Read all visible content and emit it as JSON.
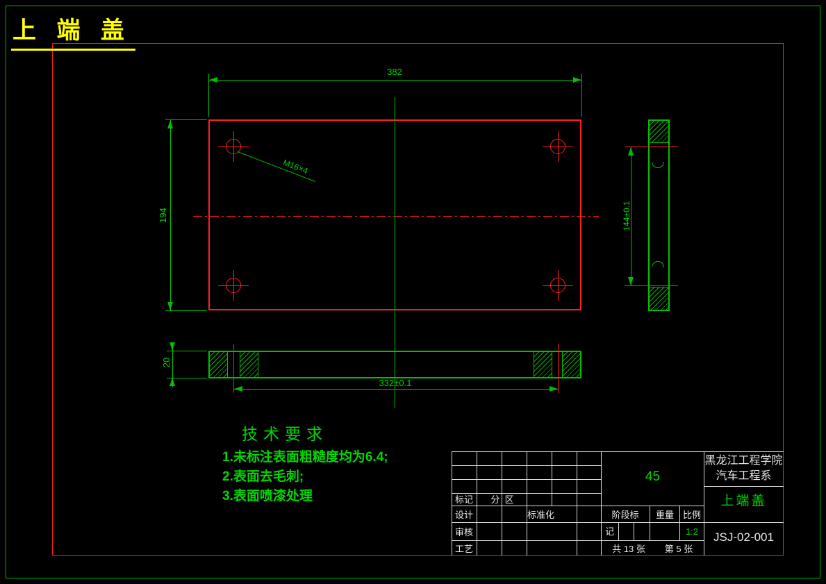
{
  "page": {
    "title": "上 端 盖"
  },
  "colors": {
    "green": "#00C000",
    "red": "#FF1F1F",
    "yellow": "#FFFF00",
    "white": "#E8E8E8",
    "background": "#000000"
  },
  "drawing": {
    "dim_width": "382",
    "dim_height": "194",
    "thread_note": "M16×4",
    "dim_side": "144±0.1",
    "dim_thickness": "20",
    "dim_hole_spacing": "332±0.1",
    "tech": {
      "heading": "技术要求",
      "items": [
        "1.未标注表面粗糙度均为6.4;",
        "2.表面去毛刺;",
        "3.表面喷漆处理"
      ]
    }
  },
  "title_block": {
    "material": "45",
    "school": "黑龙江工程学院",
    "department": "汽车工程系",
    "part_name": "上端盖",
    "drawing_number": "JSJ-02-001",
    "mark_label": "标记",
    "zone_label": "分  区",
    "design_label": "设计",
    "standard_label": "标准化",
    "review_label": "审核",
    "process_label": "工艺",
    "stage_label_line1": "阶段标",
    "stage_label_line2": "记",
    "weight_label": "重量",
    "scale_label": "比例",
    "scale_value": "1:2",
    "sheet_total": "共 13 张",
    "sheet_number": "第 5 张"
  }
}
